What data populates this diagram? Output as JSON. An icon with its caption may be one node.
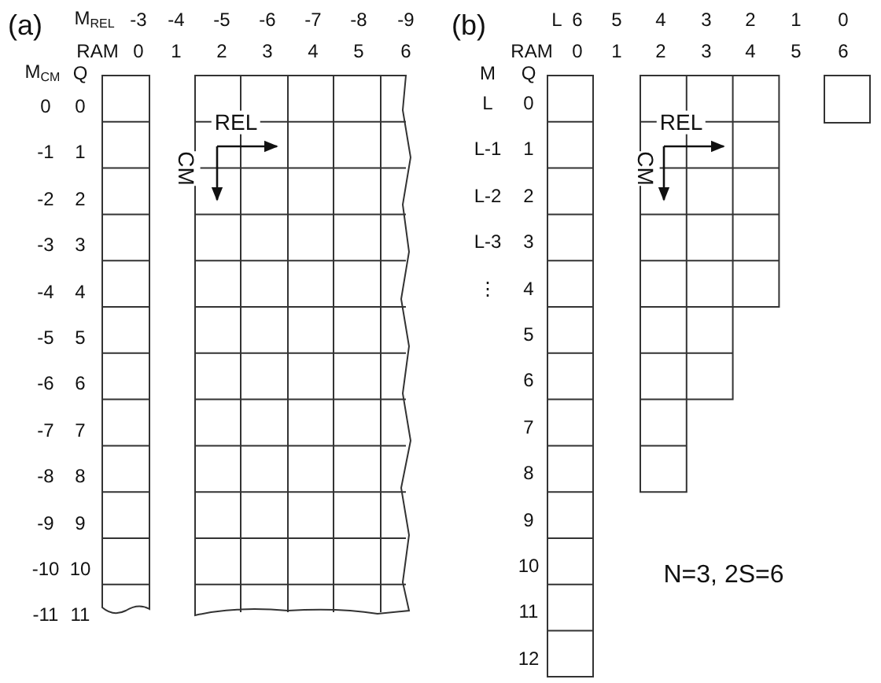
{
  "diagram": {
    "labels": [
      "(a)",
      "M$_{REL}$",
      "-3",
      "-4",
      "-5",
      "-6",
      "-7",
      "-8",
      "-9",
      "RAM",
      "0",
      "1",
      "2",
      "3",
      "4",
      "5",
      "6",
      "M$_{CM}$",
      "Q",
      "0",
      "0",
      "-1",
      "1",
      "-2",
      "2",
      "-3",
      "3",
      "-4",
      "4",
      "-5",
      "5",
      "-6",
      "6",
      "-7",
      "7",
      "-8",
      "8",
      "-9",
      "9",
      "-10",
      "10",
      "-11",
      "11",
      "REL",
      "CM",
      "(b)",
      "L",
      "6",
      "5",
      "4",
      "3",
      "2",
      "1",
      "0",
      "RAM",
      "0",
      "1",
      "2",
      "3",
      "4",
      "5",
      "6",
      "M",
      "Q",
      "L",
      "0",
      "L-1",
      "1",
      "L-2",
      "2",
      "L-3",
      "3",
      "⋮",
      "4",
      "5",
      "6",
      "7",
      "8",
      "9",
      "10",
      "11",
      "12",
      "REL",
      "CM",
      "N=3, 2S=6"
    ]
  }
}
